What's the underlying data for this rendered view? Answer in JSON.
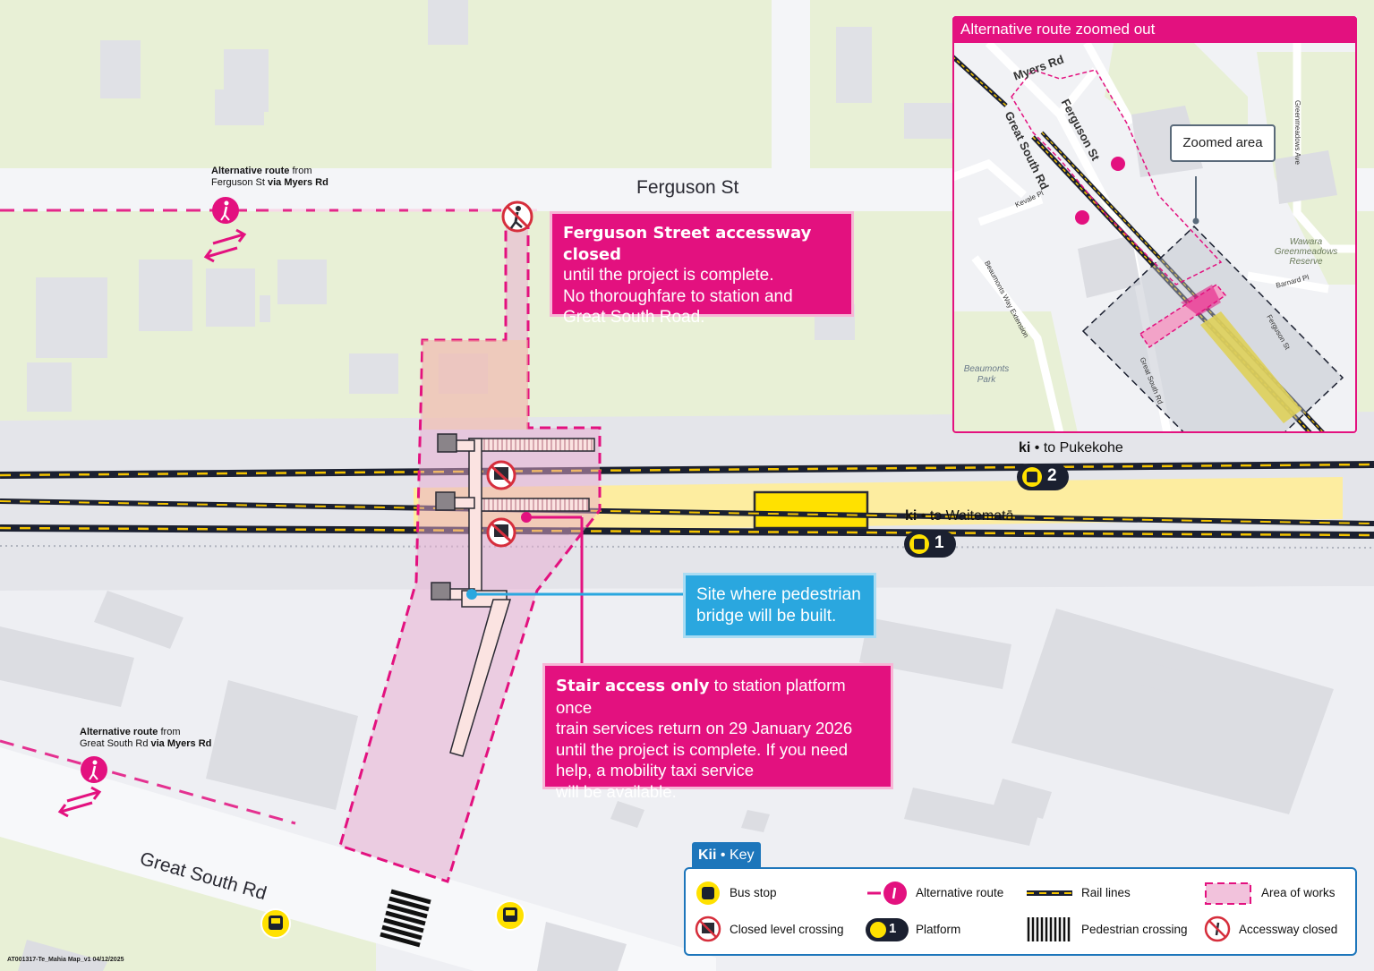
{
  "roads": {
    "ferguson_st": "Ferguson St",
    "great_south_rd": "Great South Rd"
  },
  "alt_routes": {
    "top": {
      "bold": "Alternative route",
      "text1": " from",
      "text2": "Ferguson St ",
      "bold2": "via Myers Rd"
    },
    "bottom": {
      "bold": "Alternative route",
      "text1": " from",
      "text2": "Great South Rd ",
      "bold2": "via Myers Rd"
    }
  },
  "platforms": {
    "p2": {
      "prefix": "ki",
      "dest": " • to Pukekohe",
      "number": "2"
    },
    "p1": {
      "prefix": "ki",
      "dest": " • to Waitematā",
      "number": "1"
    }
  },
  "callouts": {
    "ferguson_closed": {
      "bold": "Ferguson Street accessway closed",
      "line1": "until the project is complete.",
      "line2": "No thoroughfare to station and",
      "line3": "Great South Road."
    },
    "bridge_site": {
      "line1": "Site where pedestrian",
      "line2": "bridge will be built."
    },
    "stair_access": {
      "bold": "Stair access only",
      "line1_rest": " to station platform once",
      "line2": "train services return on 29 January 2026",
      "line3": "until the project is complete. If you need",
      "line4": "help, a mobility taxi service",
      "line5": "will be available."
    }
  },
  "inset": {
    "title": "Alternative route zoomed out",
    "labels": {
      "myers_rd": "Myers Rd",
      "ferguson_st": "Ferguson St",
      "great_south_rd": "Great South Rd",
      "kevale_pl": "Kevale Pl",
      "beaumonts_way": "Beaumonts Way Extension",
      "greenmeadows_ave": "Greenmeadows Ave",
      "reserve": "Wawara Greenmeadows Reserve",
      "reserve_l1": "Wawara",
      "reserve_l2": "Greenmeadows",
      "reserve_l3": "Reserve",
      "barnard_pl": "Barnard Pl",
      "ferguson_st_small": "Ferguson St",
      "beaumonts_park_l1": "Beaumonts",
      "beaumonts_park_l2": "Park",
      "great_south_rd_small": "Great South Rd"
    },
    "zoomed_area": "Zoomed area"
  },
  "key": {
    "title_bold": "Kii",
    "title_rest": " • Key",
    "items": {
      "bus_stop": "Bus stop",
      "alt_route": "Alternative route",
      "rail_lines": "Rail lines",
      "area_of_works": "Area of works",
      "closed_crossing": "Closed level crossing",
      "platform": "Platform",
      "ped_crossing": "Pedestrian crossing",
      "accessway_closed": "Accessway closed"
    },
    "platform_number": "1"
  },
  "footer": "AT001317-Te_Mahia Map_v1 04/12/2025",
  "colors": {
    "pink": "#e3117f",
    "blue": "#2aa7df",
    "key_blue": "#1d76bb",
    "platform_yellow": "#fdeda0",
    "rail_yellow": "#f5c400",
    "green": "#e8f0d6"
  },
  "icons": [
    "pedestrian-icon",
    "bus-icon",
    "closed-crossing-icon",
    "accessway-closed-icon",
    "train-icon",
    "double-arrow-icon"
  ]
}
